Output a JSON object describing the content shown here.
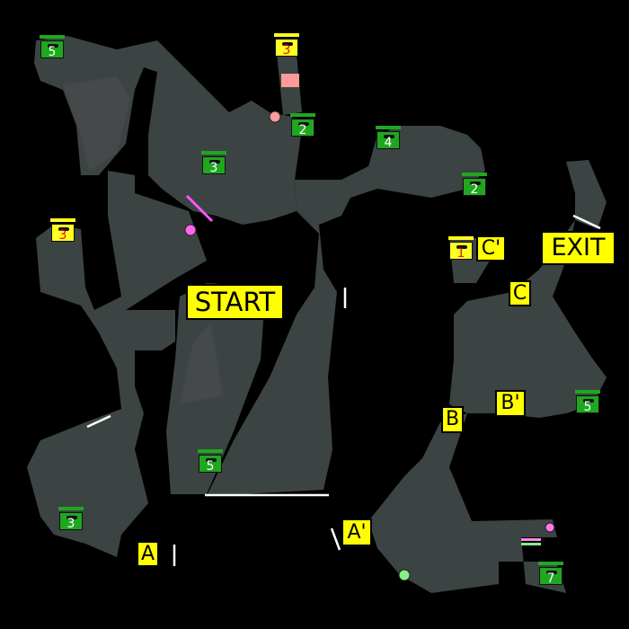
{
  "colors": {
    "cave": "#3c4343",
    "background": "#000000",
    "chest_green": "#1fa81f",
    "chest_yellow": "#ffff22",
    "label": "#ffff00",
    "magenta": "#ff55ff",
    "pink": "#ff9a9a",
    "light_green": "#88ee88"
  },
  "labels": {
    "start": "START",
    "exit": "EXIT",
    "a": "A",
    "a_prime": "A'",
    "b": "B",
    "b_prime": "B'",
    "c": "C",
    "c_prime": "C'"
  },
  "chests": [
    {
      "number": "5",
      "type": "green"
    },
    {
      "number": "3",
      "type": "yellow"
    },
    {
      "number": "2",
      "type": "green"
    },
    {
      "number": "3",
      "type": "green"
    },
    {
      "number": "4",
      "type": "green"
    },
    {
      "number": "2",
      "type": "green"
    },
    {
      "number": "3",
      "type": "yellow"
    },
    {
      "number": "1",
      "type": "yellow"
    },
    {
      "number": "5",
      "type": "green"
    },
    {
      "number": "5",
      "type": "green"
    },
    {
      "number": "3",
      "type": "green"
    },
    {
      "number": "7",
      "type": "green"
    }
  ]
}
